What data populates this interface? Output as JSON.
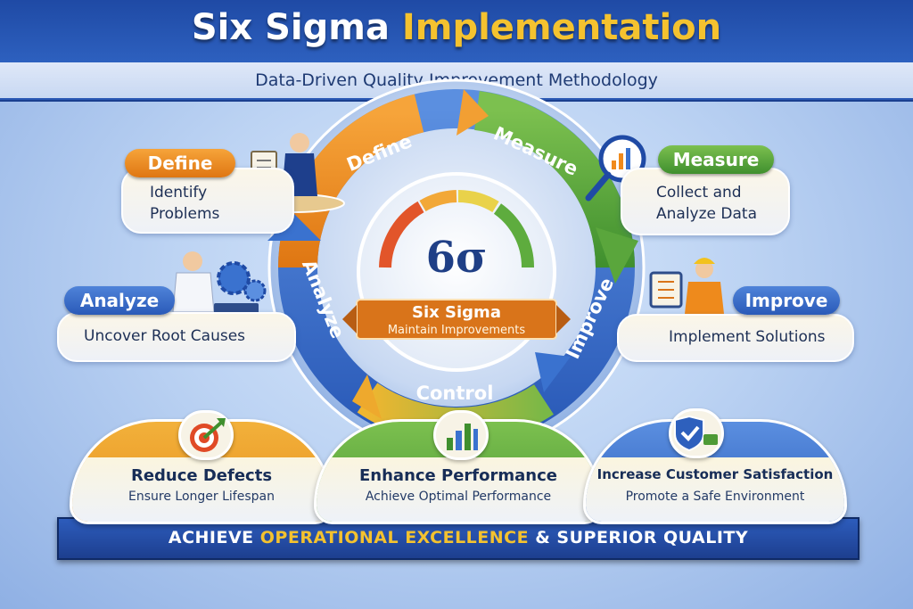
{
  "header": {
    "title_part1": "Six Sigma",
    "title_part2": "Implementation",
    "subtitle": "Data-Driven Quality Improvement Methodology"
  },
  "cycle": {
    "arc_labels": {
      "define": "Define",
      "measure": "Measure",
      "improve": "Improve",
      "control": "Control",
      "analyze": "Analyze"
    },
    "center_symbol": "6σ",
    "center_title": "Six Sigma",
    "center_subtitle": "Maintain Improvements"
  },
  "cards": {
    "define": {
      "label": "Define",
      "text_line1": "Identify",
      "text_line2": "Problems"
    },
    "measure": {
      "label": "Measure",
      "text_line1": "Collect and",
      "text_line2": "Analyze Data"
    },
    "analyze": {
      "label": "Analyze",
      "text": "Uncover Root Causes"
    },
    "improve": {
      "label": "Improve",
      "text": "Implement Solutions"
    }
  },
  "benefits": [
    {
      "title": "Reduce Defects",
      "subtitle": "Ensure Longer Lifespan"
    },
    {
      "title": "Enhance Performance",
      "subtitle": "Achieve Optimal Performance"
    },
    {
      "title": "Increase Customer Satisfaction",
      "subtitle": "Promote a Safe Environment"
    }
  ],
  "banner": {
    "part1": "ACHIEVE",
    "part2": "OPERATIONAL EXCELLENCE",
    "part3": "& SUPERIOR QUALITY"
  },
  "icons": {
    "define": "clipboard-businessman-icon",
    "measure": "magnifier-chart-icon",
    "analyze": "gears-analyst-icon",
    "improve": "worker-checklist-icon",
    "benefit1": "target-arrow-icon",
    "benefit2": "bar-chart-icon",
    "benefit3": "shield-check-icon"
  },
  "colors": {
    "header_blue": "#2f63c2",
    "title_yellow": "#f4c22f",
    "orange": "#ee8a1c",
    "green": "#5aa63c",
    "blue": "#3a72cf",
    "navy": "#1d3f8f"
  }
}
